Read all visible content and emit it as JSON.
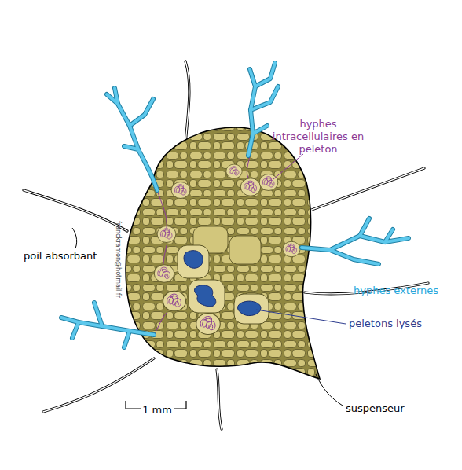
{
  "diagram": {
    "labels": [
      "hyphes intracellulaires en peleton",
      "poil absorbant",
      "hyphes externes",
      "peletons lysés",
      "suspenseur",
      "1 mm",
      "franckramon@hotmail.fr"
    ]
  }
}
